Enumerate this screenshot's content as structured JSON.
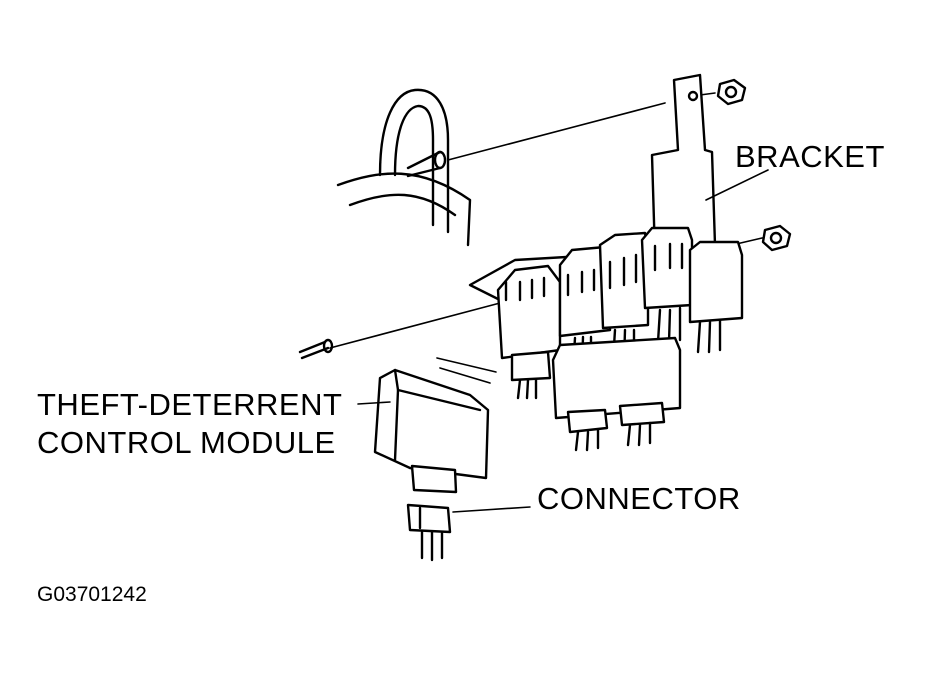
{
  "labels": {
    "bracket": "BRACKET",
    "module_line1": "THEFT-DETERRENT",
    "module_line2": "CONTROL MODULE",
    "connector": "CONNECTOR"
  },
  "figure_code": "G03701242"
}
